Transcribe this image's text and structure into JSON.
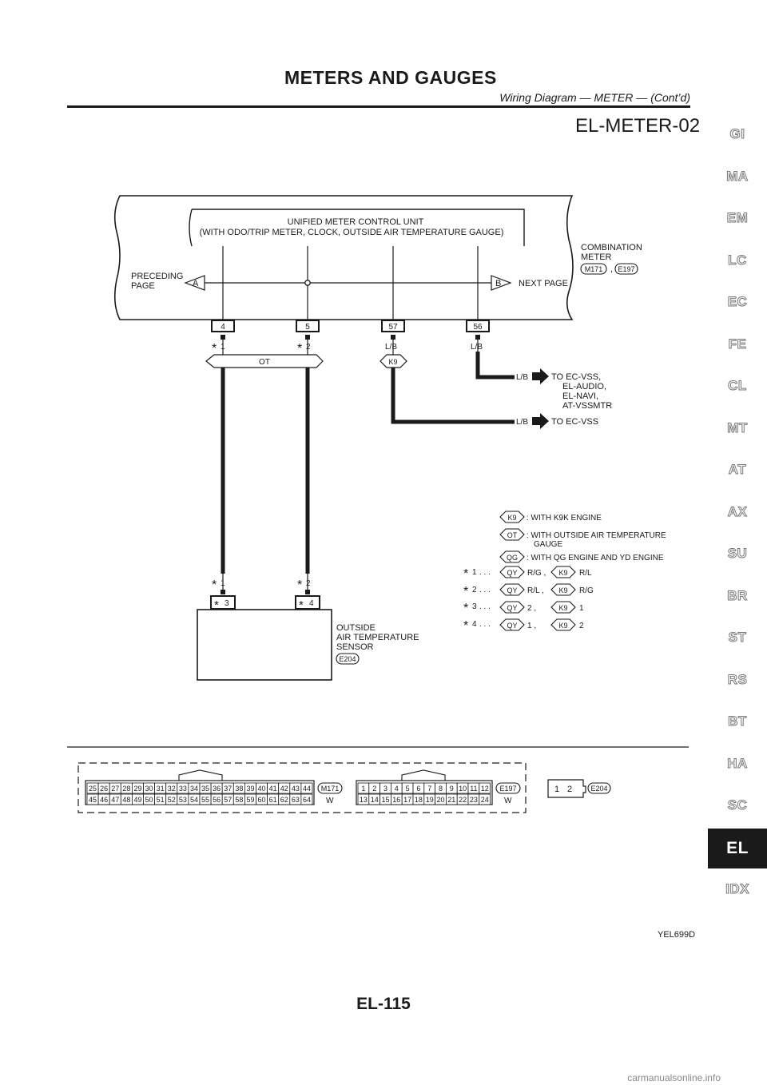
{
  "header": {
    "title": "METERS AND GAUGES",
    "subtitle": "Wiring Diagram — METER — (Cont’d)"
  },
  "diagram_title": "EL-METER-02",
  "combination_meter": {
    "unit_label_line1": "UNIFIED METER CONTROL UNIT",
    "unit_label_line2": "(WITH ODO/TRIP METER, CLOCK, OUTSIDE AIR TEMPERATURE GAUGE)",
    "name_line1": "COMBINATION",
    "name_line2": "METER",
    "connector_a": "M171",
    "connector_sep": ",",
    "connector_b": "E197",
    "preceding_line1": "PRECEDING",
    "preceding_line2": "PAGE",
    "offpage_a": "A",
    "offpage_b": "B",
    "next_page": "NEXT PAGE",
    "pins": [
      "4",
      "5",
      "57",
      "56"
    ]
  },
  "wires": {
    "mark_1": "1",
    "mark_2": "2",
    "mark_3": "3",
    "mark_4": "4",
    "star": "*",
    "lb": "L/B",
    "ot_tag": "OT",
    "k9_tag": "K9"
  },
  "destinations": {
    "first_color": "L/B",
    "first_line1": "TO EC-VSS,",
    "first_line2": "EL-AUDIO,",
    "first_line3": "EL-NAVI,",
    "first_line4": "AT-VSSMTR",
    "second_color": "L/B",
    "second_line1": "TO EC-VSS"
  },
  "legend": {
    "k9_tag": "K9",
    "k9_text": ": WITH K9K ENGINE",
    "ot_tag": "OT",
    "ot_text1": ": WITH OUTSIDE AIR TEMPERATURE",
    "ot_text2": "GAUGE",
    "qg_tag": "QG",
    "qg_text": ": WITH QG ENGINE AND YD ENGINE",
    "dots": ". . .",
    "qy_tag": "QY",
    "rows": [
      {
        "num": "1",
        "qy_val": "R/G ,",
        "k9_val": "R/L"
      },
      {
        "num": "2",
        "qy_val": "R/L ,",
        "k9_val": "R/G"
      },
      {
        "num": "3",
        "qy_val": "2 ,",
        "k9_val": "1"
      },
      {
        "num": "4",
        "qy_val": "1 ,",
        "k9_val": "2"
      }
    ]
  },
  "sensor": {
    "line1": "OUTSIDE",
    "line2": "AIR TEMPERATURE",
    "line3": "SENSOR",
    "connector": "E204"
  },
  "connectors": {
    "m171_top": [
      "25",
      "26",
      "27",
      "28",
      "29",
      "30",
      "31",
      "32",
      "33",
      "34",
      "35",
      "36",
      "37",
      "38",
      "39",
      "40",
      "41",
      "42",
      "43",
      "44"
    ],
    "m171_bottom": [
      "45",
      "46",
      "47",
      "48",
      "49",
      "50",
      "51",
      "52",
      "53",
      "54",
      "55",
      "56",
      "57",
      "58",
      "59",
      "60",
      "61",
      "62",
      "63",
      "64"
    ],
    "m171_label": "M171",
    "m171_color": "W",
    "e197_top": [
      "1",
      "2",
      "3",
      "4",
      "5",
      "6",
      "7",
      "8",
      "9",
      "10",
      "11",
      "12"
    ],
    "e197_bottom": [
      "13",
      "14",
      "15",
      "16",
      "17",
      "18",
      "19",
      "20",
      "21",
      "22",
      "23",
      "24"
    ],
    "e197_label": "E197",
    "e197_color": "W",
    "e204_pins": [
      "1",
      "2"
    ],
    "e204_label": "E204"
  },
  "side_tabs": [
    "GI",
    "MA",
    "EM",
    "LC",
    "EC",
    "FE",
    "CL",
    "MT",
    "AT",
    "AX",
    "SU",
    "BR",
    "ST",
    "RS",
    "BT",
    "HA",
    "SC",
    "EL",
    "IDX"
  ],
  "active_tab": "EL",
  "figure_code": "YEL699D",
  "page_number": "EL-115",
  "watermark": "carmanualsonline.info"
}
